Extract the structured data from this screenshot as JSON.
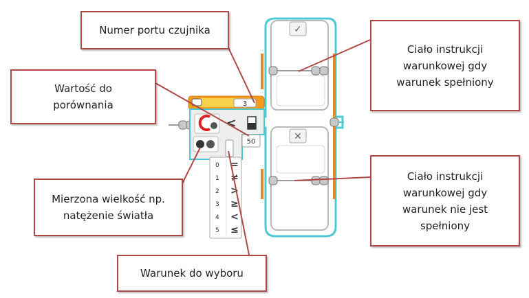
{
  "callouts": {
    "port": "Numer portu czujnika",
    "value": "Wartość do\nporównania",
    "body_true": "Ciało instrukcji\nwarunkowej gdy\nwarunek spełniony",
    "body_false": "Ciało instrukcji\nwarunkowej gdy\nwarunek nie jest\nspełniony",
    "measure": "Mierzona wielkość np.\nnatężenie światła",
    "condition": "Warunek do wyboru"
  },
  "block": {
    "port_value": "3",
    "compare_symbol": "<",
    "threshold_value": "50",
    "true_icon": "check-icon",
    "false_icon": "x-icon",
    "sensor_icon": "color-sensor-icon",
    "mode_icon": "light-mode-icon"
  },
  "dropdown": {
    "options": [
      {
        "index": "0",
        "symbol": "="
      },
      {
        "index": "1",
        "symbol": "≠"
      },
      {
        "index": "2",
        "symbol": ">"
      },
      {
        "index": "3",
        "symbol": "≥"
      },
      {
        "index": "4",
        "symbol": "<"
      },
      {
        "index": "5",
        "symbol": "≤"
      }
    ]
  },
  "colors": {
    "callout_border": "#b04848",
    "leader_line": "#b04848",
    "block_orange": "#f39c1f",
    "block_yellow": "#f5d327",
    "frame_cyan": "#4dc9d3",
    "frame_orange": "#e8862a"
  }
}
